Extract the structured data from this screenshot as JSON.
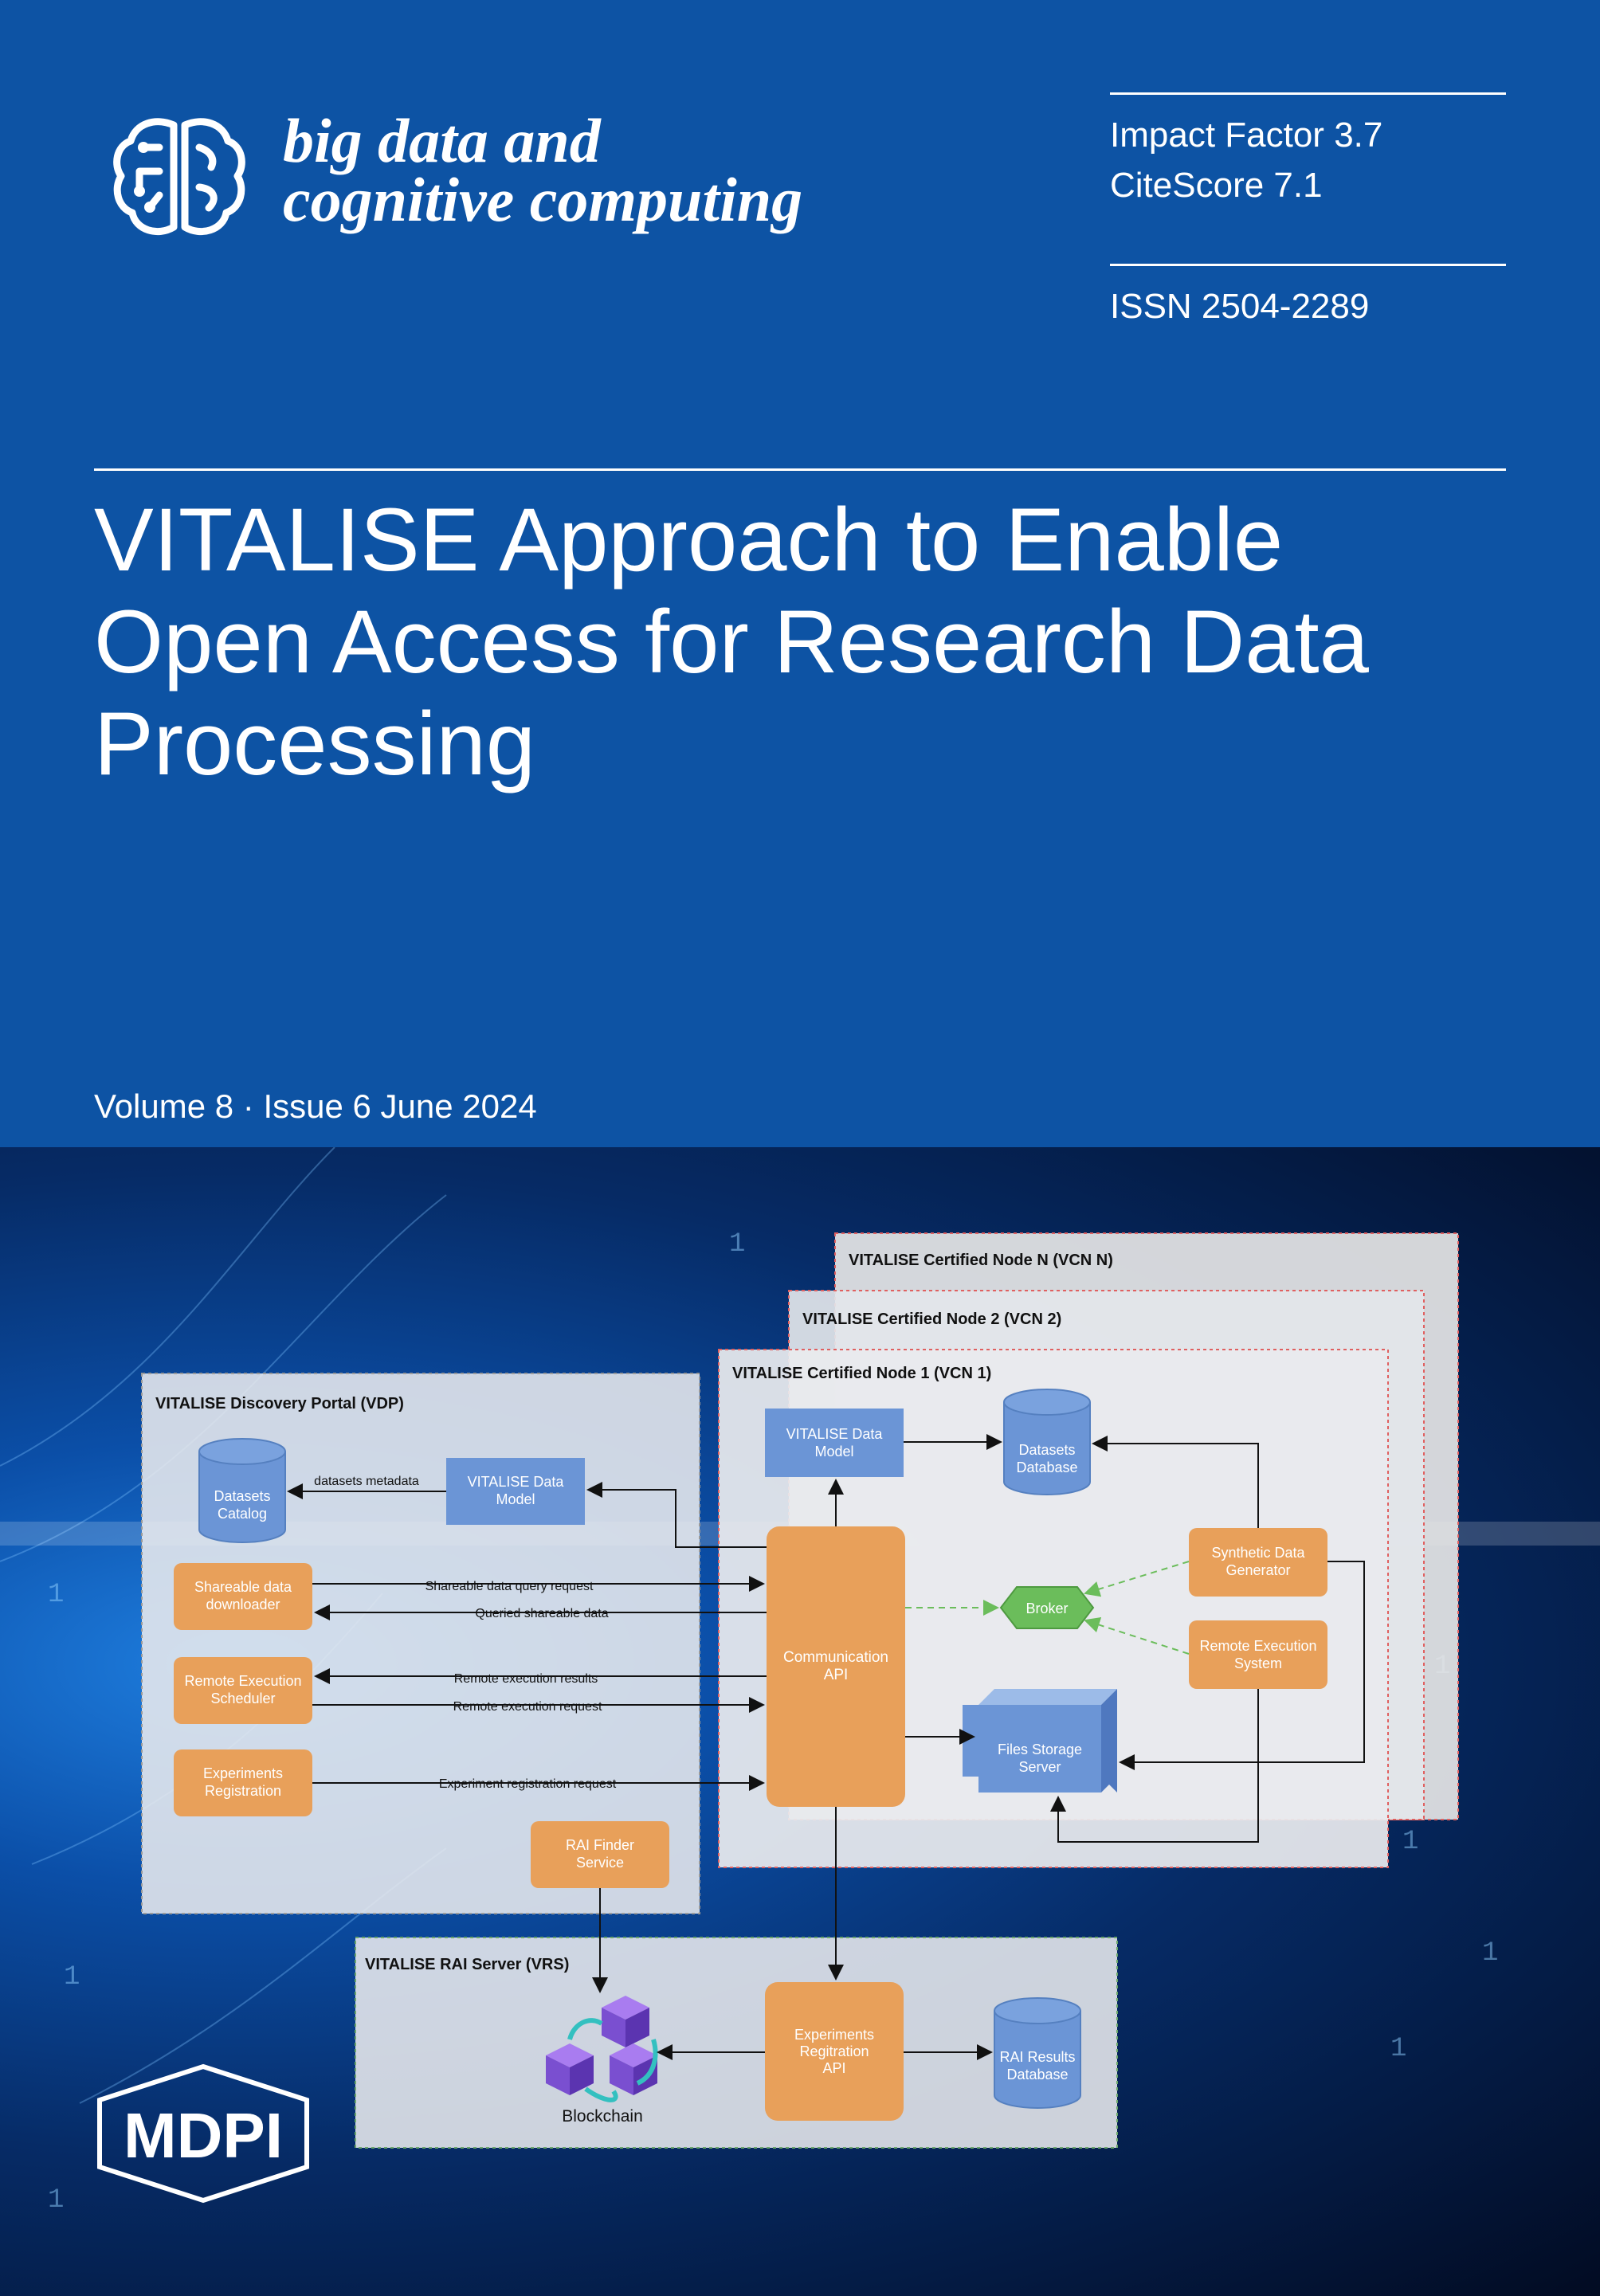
{
  "journal": {
    "name_line1": "big data and",
    "name_line2": "cognitive computing",
    "impact_factor": "Impact Factor 3.7",
    "citescore": "CiteScore 7.1",
    "issn": "ISSN 2504-2289"
  },
  "article": {
    "title": "VITALISE Approach to Enable Open Access for Research Data Processing"
  },
  "issue": {
    "label": "Volume 8 · Issue 6 June 2024"
  },
  "publisher": {
    "logo_text": "MDPI"
  },
  "colors": {
    "brand_blue": "#0d53a4",
    "box_orange": "#e8a05a",
    "box_blue": "#6b95d6",
    "broker_green": "#6bbd5b",
    "panel_gray": "#e6e6e6"
  },
  "diagram": {
    "vcn_n_title": "VITALISE Certified Node N (VCN N)",
    "vcn_2_title": "VITALISE Certified Node 2 (VCN 2)",
    "vcn_1_title": "VITALISE Certified Node 1 (VCN 1)",
    "vdp_title": "VITALISE Discovery Portal (VDP)",
    "vrs_title": "VITALISE RAI Server (VRS)",
    "nodes": {
      "datasets_catalog": [
        "Datasets",
        "Catalog"
      ],
      "vdp_data_model": [
        "VITALISE Data",
        "Model"
      ],
      "shareable_downloader": [
        "Shareable data",
        "downloader"
      ],
      "remote_scheduler": [
        "Remote Execution",
        "Scheduler"
      ],
      "experiments_registration": [
        "Experiments",
        "Registration"
      ],
      "rai_finder": [
        "RAI Finder",
        "Service"
      ],
      "vcn_data_model": [
        "VITALISE Data",
        "Model"
      ],
      "datasets_database": [
        "Datasets",
        "Database"
      ],
      "communication_api": [
        "Communication",
        "API"
      ],
      "broker": "Broker",
      "synthetic_generator": [
        "Synthetic Data",
        "Generator"
      ],
      "remote_system": [
        "Remote Execution",
        "System"
      ],
      "files_storage": [
        "Files Storage",
        "Server"
      ],
      "blockchain": "Blockchain",
      "experiments_api": [
        "Experiments",
        "Regitration",
        "API"
      ],
      "rai_results_db": [
        "RAI Results",
        "Database"
      ]
    },
    "edges": {
      "datasets_metadata": "datasets metadata",
      "shareable_query": "Shareable data query request",
      "queried_data": "Queried shareable data",
      "remote_results": "Remote execution results",
      "remote_request": "Remote execution request",
      "experiment_request": "Experiment registration request"
    }
  }
}
